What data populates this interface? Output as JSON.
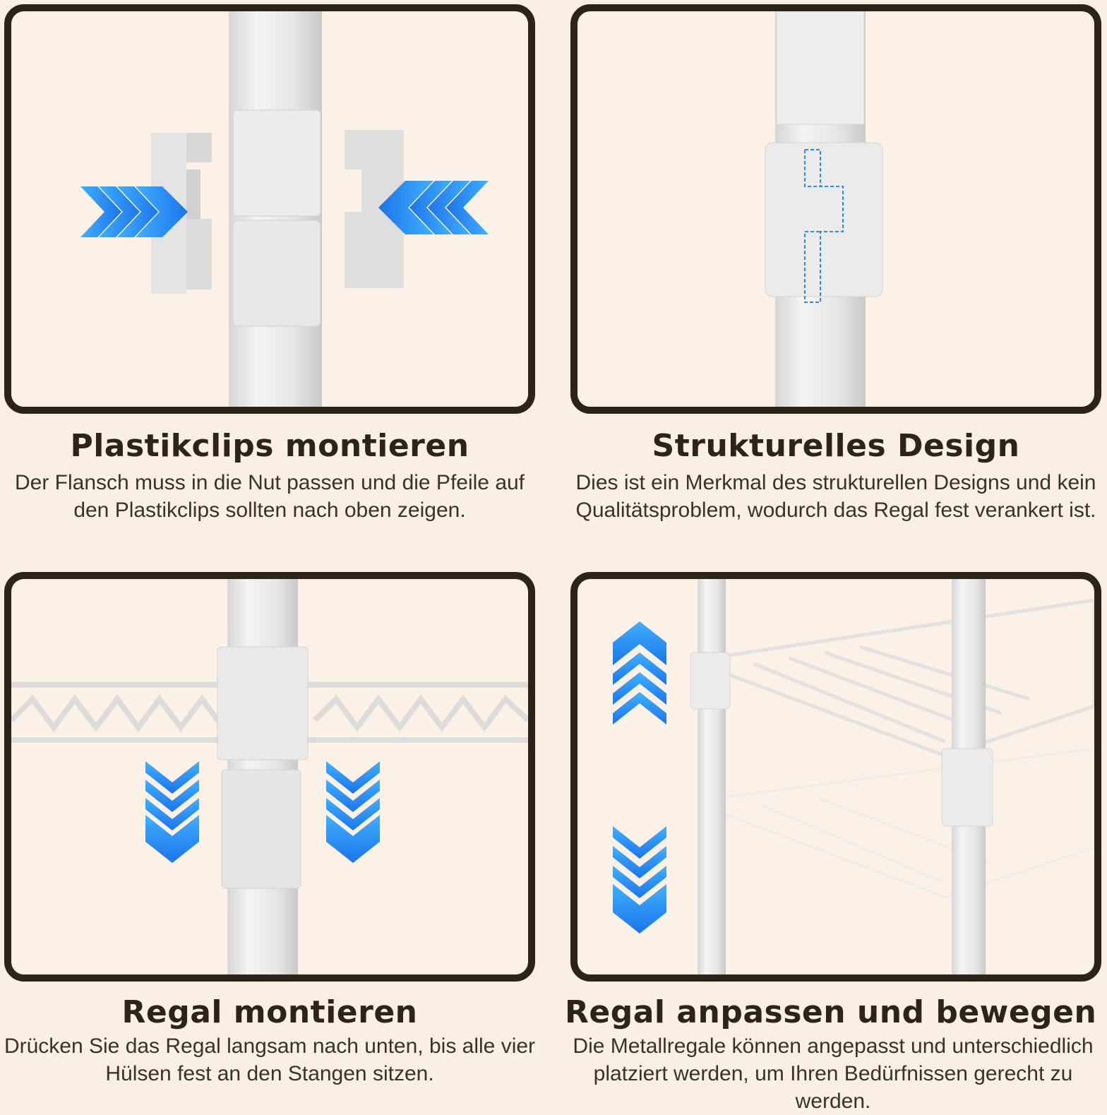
{
  "colors": {
    "background": "#f9efe5",
    "frame": "#2d2418",
    "arrow": "#2b8cf0",
    "metal": "#eeeeee"
  },
  "sections": [
    {
      "title": "Plastikclips montieren",
      "text": "Der Flansch muss in die Nut passen und die Pfeile auf den Plastikclips sollten nach oben zeigen.",
      "icon": "arrows-inward-icon"
    },
    {
      "title": "Strukturelles Design",
      "text": "Dies ist ein Merkmal des strukturellen Designs und kein Qualitätsproblem, wodurch das Regal fest verankert ist.",
      "icon": "dashed-outline-icon"
    },
    {
      "title": "Regal montieren",
      "text": "Drücken Sie das Regal langsam nach unten, bis alle vier Hülsen fest an den Stangen sitzen.",
      "icon": "arrows-down-icon"
    },
    {
      "title": "Regal anpassen und bewegen",
      "text": "Die Metallregale können angepasst und unterschiedlich platziert werden, um Ihren Bedürfnissen gerecht zu werden.",
      "icon": "arrows-up-down-icon"
    }
  ]
}
